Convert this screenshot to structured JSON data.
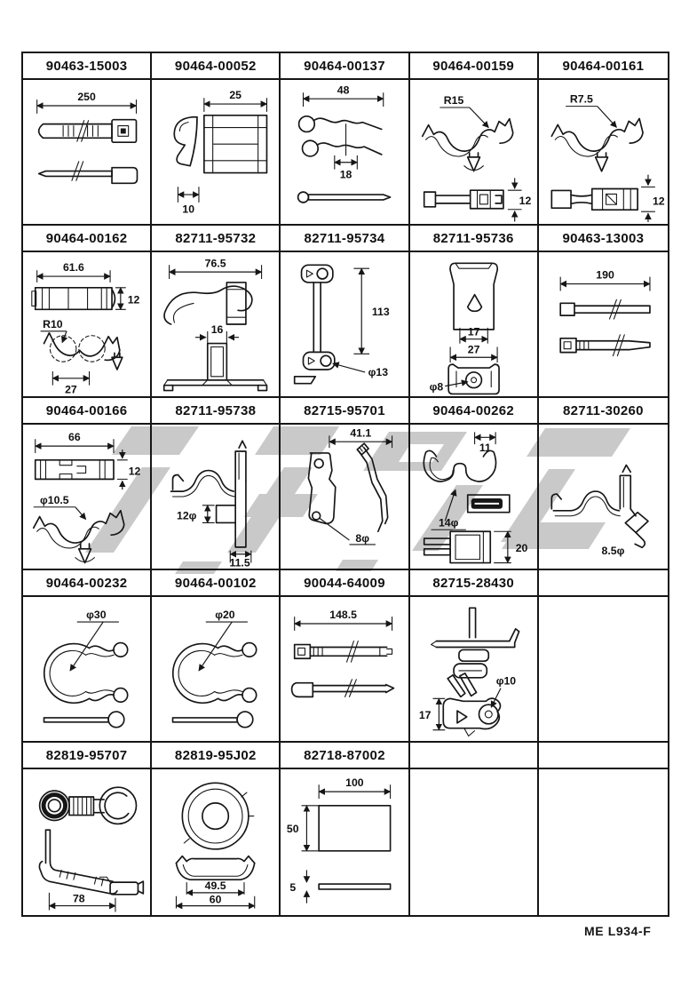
{
  "page": {
    "footer_code": "ME L934-F",
    "ink_color": "#161616",
    "watermark_color": "#c9c9c9"
  },
  "cells": [
    {
      "pn": "90463-15003",
      "dims": {
        "length": "250"
      }
    },
    {
      "pn": "90464-00052",
      "dims": {
        "width": "25",
        "depth": "10"
      }
    },
    {
      "pn": "90464-00137",
      "dims": {
        "width": "48",
        "pitch": "18"
      }
    },
    {
      "pn": "90464-00159",
      "dims": {
        "radius": "R15",
        "height": "12"
      }
    },
    {
      "pn": "90464-00161",
      "dims": {
        "radius": "R7.5",
        "height": "12"
      }
    },
    {
      "pn": "90464-00162",
      "dims": {
        "length": "61.6",
        "height": "12",
        "radius": "R10",
        "pitch": "27"
      }
    },
    {
      "pn": "82711-95732",
      "dims": {
        "length": "76.5",
        "width": "16"
      }
    },
    {
      "pn": "82711-95734",
      "dims": {
        "height": "113",
        "diameter": "φ13"
      }
    },
    {
      "pn": "82711-95736",
      "dims": {
        "inner_width": "17",
        "width": "27",
        "diameter": "φ8"
      }
    },
    {
      "pn": "90463-13003",
      "dims": {
        "length": "190"
      }
    },
    {
      "pn": "90464-00166",
      "dims": {
        "length": "66",
        "height": "12",
        "diameter": "φ10.5"
      }
    },
    {
      "pn": "82711-95738",
      "dims": {
        "diameter": "12φ",
        "depth": "11.5"
      }
    },
    {
      "pn": "82715-95701",
      "dims": {
        "length": "41.1",
        "diameter": "8φ"
      }
    },
    {
      "pn": "90464-00262",
      "dims": {
        "top_width": "11",
        "diameter": "14φ",
        "height": "20"
      }
    },
    {
      "pn": "82711-30260",
      "dims": {
        "diameter": "8.5φ"
      }
    },
    {
      "pn": "90464-00232",
      "dims": {
        "diameter": "φ30"
      }
    },
    {
      "pn": "90464-00102",
      "dims": {
        "diameter": "φ20"
      }
    },
    {
      "pn": "90044-64009",
      "dims": {
        "length": "148.5"
      }
    },
    {
      "pn": "82715-28430",
      "dims": {
        "diameter": "φ10",
        "height": "17"
      }
    },
    {
      "pn": "",
      "dims": {}
    },
    {
      "pn": "82819-95707",
      "dims": {
        "length": "78"
      }
    },
    {
      "pn": "82819-95J02",
      "dims": {
        "inner_width": "49.5",
        "outer_width": "60"
      }
    },
    {
      "pn": "82718-87002",
      "dims": {
        "width": "100",
        "height": "50",
        "thickness": "5"
      }
    },
    {
      "pn": "",
      "dims": {}
    },
    {
      "pn": "",
      "dims": {}
    }
  ]
}
